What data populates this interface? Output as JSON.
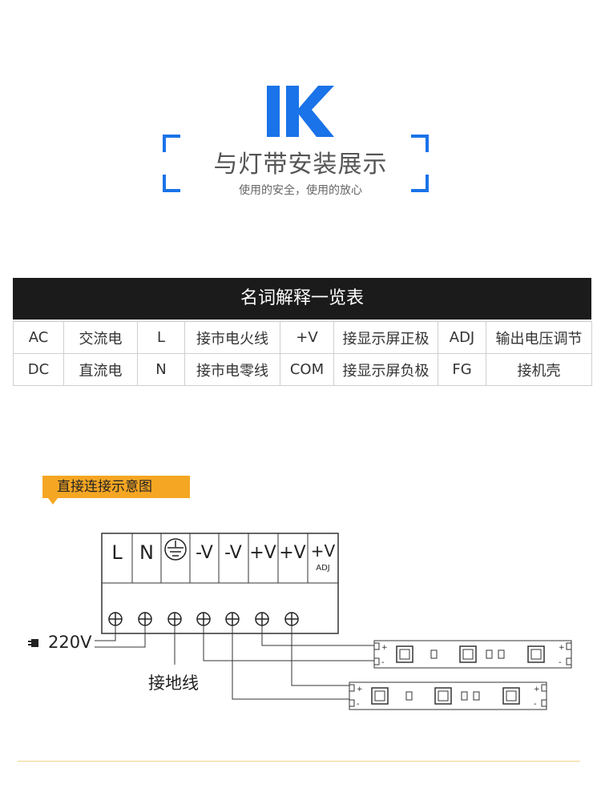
{
  "header": {
    "brand": "IK",
    "title": "与灯带安装展示",
    "subtitle": "使用的安全，使用的放心"
  },
  "glossary": {
    "heading": "名词解释一览表",
    "rows": [
      [
        "AC",
        "交流电",
        "L",
        "接市电火线",
        "+V",
        "接显示屏正极",
        "ADJ",
        "输出电压调节"
      ],
      [
        "DC",
        "直流电",
        "N",
        "接市电零线",
        "COM",
        "接显示屏负极",
        "FG",
        "接机壳"
      ]
    ]
  },
  "wiring": {
    "tag": "直接连接示意图",
    "terminals": [
      "L",
      "N",
      "",
      "-V",
      "-V",
      "+V",
      "+V",
      "+V"
    ],
    "adj_label": "ADJ",
    "input_label": "220V",
    "ground_label": "接地线",
    "strip_plus": "+",
    "strip_minus": "-"
  },
  "colors": {
    "accent_blue": "#1a73e8",
    "tag_orange": "#f5a623",
    "header_black": "#1b1b1b"
  }
}
